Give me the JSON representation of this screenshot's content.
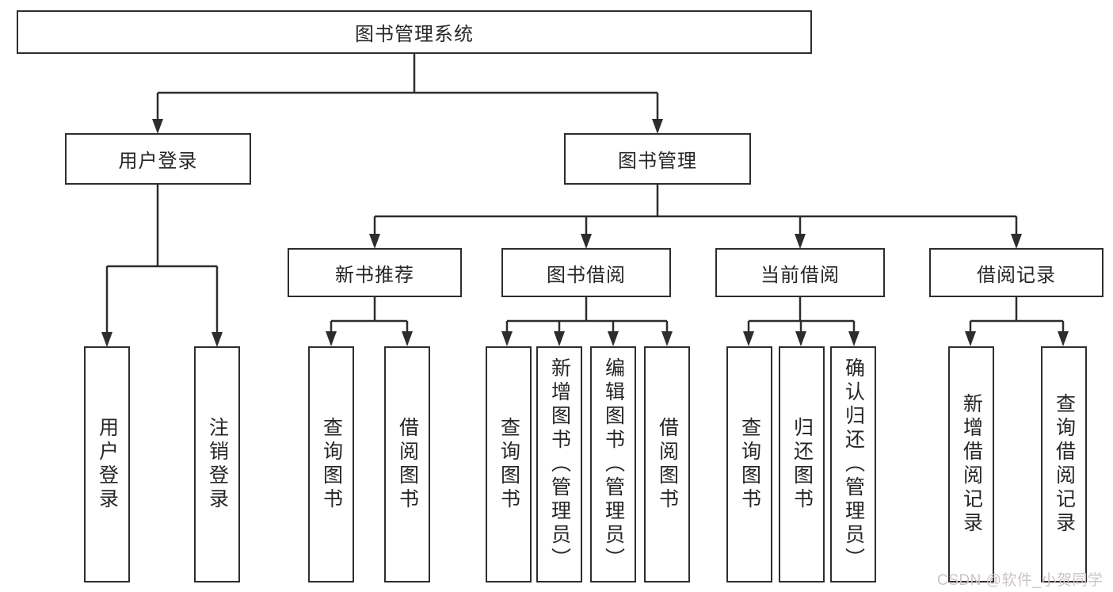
{
  "colors": {
    "line": "#2d2d2d",
    "box_border": "#2d2d2d",
    "text": "#262626",
    "watermark": "#ccc4c4",
    "background": "#ffffff"
  },
  "nodes": {
    "root": {
      "label": "图书管理系统"
    },
    "user_login": {
      "label": "用户登录",
      "children": [
        {
          "label": "用户登录"
        },
        {
          "label": "注销登录"
        }
      ]
    },
    "book_management": {
      "label": "图书管理",
      "children": [
        {
          "label": "新书推荐",
          "children": [
            {
              "label": "查询图书"
            },
            {
              "label": "借阅图书"
            }
          ]
        },
        {
          "label": "图书借阅",
          "children": [
            {
              "label": "查询图书"
            },
            {
              "label": "新增图书（管理员）"
            },
            {
              "label": "编辑图书（管理员）"
            },
            {
              "label": "借阅图书"
            }
          ]
        },
        {
          "label": "当前借阅",
          "children": [
            {
              "label": "查询图书"
            },
            {
              "label": "归还图书"
            },
            {
              "label": "确认归还（管理员）"
            }
          ]
        },
        {
          "label": "借阅记录",
          "children": [
            {
              "label": "新增借阅记录"
            },
            {
              "label": "查询借阅记录"
            }
          ]
        }
      ]
    }
  },
  "watermark": {
    "text": "CSDN @软件_小贺同学"
  }
}
